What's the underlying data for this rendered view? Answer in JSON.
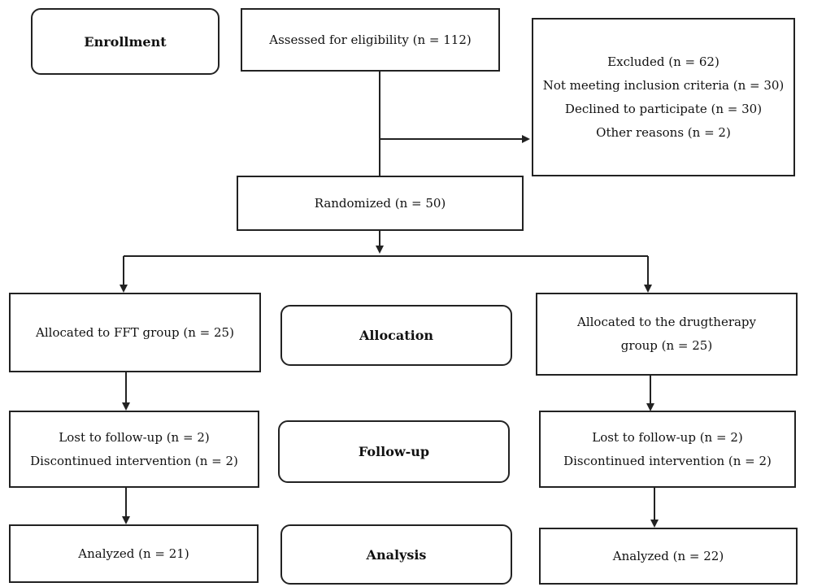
{
  "stages": {
    "enrollment": "Enrollment",
    "allocation": "Allocation",
    "followup": "Follow-up",
    "analysis": "Analysis"
  },
  "boxes": {
    "assessed": "Assessed for eligibility (n = 112)",
    "excluded": [
      "Excluded (n = 62)",
      "Not meeting inclusion criteria (n = 30)",
      "Declined to participate (n = 30)",
      "Other reasons (n = 2)"
    ],
    "randomized": "Randomized (n = 50)",
    "alloc_fft": "Allocated to FFT group (n = 25)",
    "alloc_drug": [
      "Allocated to the drugtherapy",
      "group (n = 25)"
    ],
    "followup_fft": [
      "Lost to follow-up (n = 2)",
      "Discontinued intervention (n = 2)"
    ],
    "followup_drug": [
      "Lost to follow-up (n = 2)",
      "Discontinued intervention (n = 2)"
    ],
    "analyzed_fft": "Analyzed (n = 21)",
    "analyzed_drug": "Analyzed (n = 22)"
  }
}
